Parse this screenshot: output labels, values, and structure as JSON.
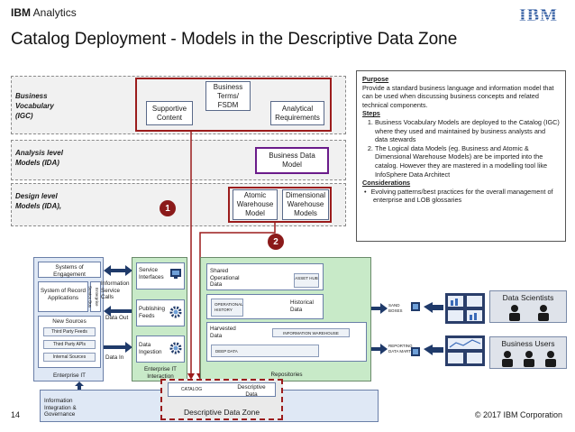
{
  "header": {
    "brand_bold": "IBM",
    "brand_rest": " Analytics",
    "logo_text": "IBM",
    "title": "Catalog Deployment - Models in the Descriptive Data Zone"
  },
  "zones": {
    "business": {
      "label_1": "Business",
      "label_2": "Vocabulary",
      "label_3": "(IGC)"
    },
    "analysis": {
      "label_1": "Analysis level",
      "label_2": "Models (IDA)"
    },
    "design": {
      "label_1": "Design level",
      "label_2": "Models (IDA),",
      "label_3": ""
    }
  },
  "nodes": {
    "terms": {
      "l1": "Business",
      "l2": "Terms/",
      "l3": "FSDM"
    },
    "supportive": {
      "l1": "Supportive",
      "l2": "Content"
    },
    "analytical": {
      "l1": "Analytical",
      "l2": "Requirements"
    },
    "bdm": {
      "l1": "Business Data",
      "l2": "Model"
    },
    "atomic": {
      "l1": "Atomic",
      "l2": "Warehouse",
      "l3": "Model"
    },
    "dimensional": {
      "l1": "Dimensional",
      "l2": "Warehouse",
      "l3": "Models"
    }
  },
  "badges": {
    "one": "1",
    "two": "2"
  },
  "panel": {
    "purpose_heading": "Purpose",
    "purpose_text": "Provide a standard business language and information model that can be used when discussing business concepts and related technical components.",
    "steps_heading": "Steps",
    "step_1": "Business Vocabulary Models are deployed to the Catalog (IGC) where they used and maintained by business analysts and data stewards",
    "step_2": "The Logical data Models (eg. Business and Atomic & Dimensional Warehouse Models) are be imported into the catalog. However they are mastered in a modelling tool like InfoSphere Data Architect",
    "considerations_heading": "Considerations",
    "consideration_1": "Evolving patterns/best practices for the overall management of enterprise and LOB glossaries"
  },
  "bottom": {
    "systems_engagement": "Systems of Engagement",
    "systems_record": "System of Record Applications",
    "enterprise_service_bus": "Enterprise Service Bus",
    "new_sources": "New Sources",
    "third_party_feeds": "Third Party Feeds",
    "third_party_apis": "Third Party APIs",
    "internal_sources": "Internal Sources",
    "enterprise_it": "Enterprise IT",
    "info_service_calls": "Information Service Calls",
    "data_out": "Data Out",
    "data_in": "Data In",
    "service_interfaces": "Service Interfaces",
    "publishing_feeds": "Publishing Feeds",
    "data_ingestion": "Data Ingestion",
    "enterprise_it_interaction": "Enterprise IT Interaction",
    "shared_operational": "Shared Operational Data",
    "asset_hub": "ASSET HUB",
    "operational_history": "OPERATIONAL HISTORY",
    "historical_data": "Historical Data",
    "harvested_data": "Harvested Data",
    "information_warehouse": "INFORMATION WAREHOUSE",
    "deep_data": "DEEP DATA",
    "repositories": "Repositories",
    "sand_boxes": "SAND BOXES",
    "reporting_data_marts": "REPORTING DATA MARTS",
    "data_scientists": "Data Scientists",
    "business_users": "Business Users",
    "info_integration": "Information Integration & Governance",
    "catalog": "CATALOG",
    "descriptive_data": "Descriptive Data",
    "descriptive_data_zone": "Descriptive Data Zone"
  },
  "footer": {
    "page_number": "14",
    "copyright": "© 2017 IBM Corporation"
  },
  "colors": {
    "red_frame": "#9b1c1c",
    "purple_frame": "#6a1b8a",
    "green_zone": "#c8eac8",
    "blue_zone": "#dfe8f5",
    "ibm_blue": "#1f4e99"
  }
}
